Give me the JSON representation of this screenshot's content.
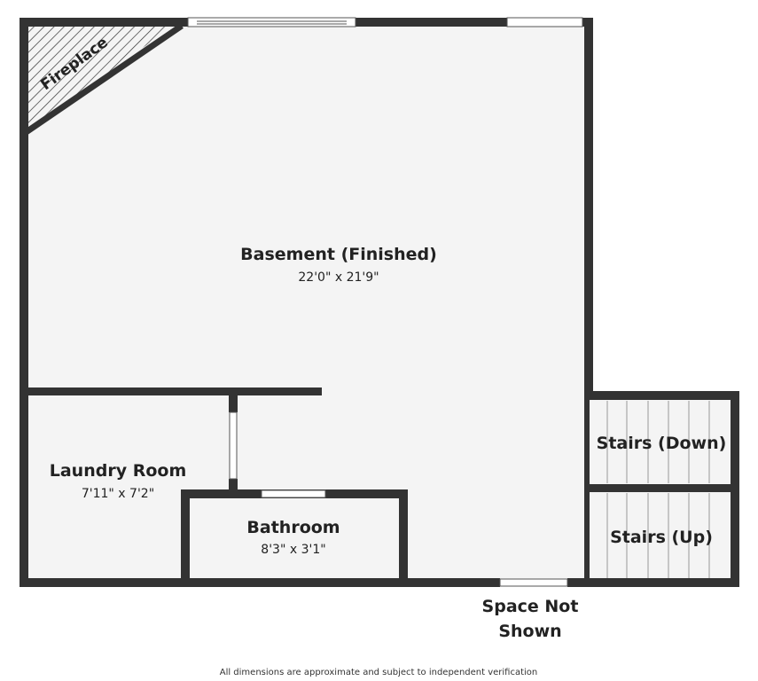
{
  "colors": {
    "wall": "#333333",
    "floor": "#f4f4f4",
    "opening": "#ffffff",
    "text": "#222222"
  },
  "rooms": {
    "basement": {
      "name": "Basement (Finished)",
      "dimensions": "22'0\" x 21'9\""
    },
    "laundry": {
      "name": "Laundry Room",
      "dimensions": "7'11\" x 7'2\""
    },
    "bathroom": {
      "name": "Bathroom",
      "dimensions": "8'3\" x 3'1\""
    },
    "stairs_down": {
      "name": "Stairs (Down)"
    },
    "stairs_up": {
      "name": "Stairs (Up)"
    },
    "fireplace": {
      "name": "Fireplace"
    }
  },
  "outside_label": {
    "line1": "Space Not",
    "line2": "Shown"
  },
  "disclaimer": "All dimensions are approximate and subject to independent verification"
}
